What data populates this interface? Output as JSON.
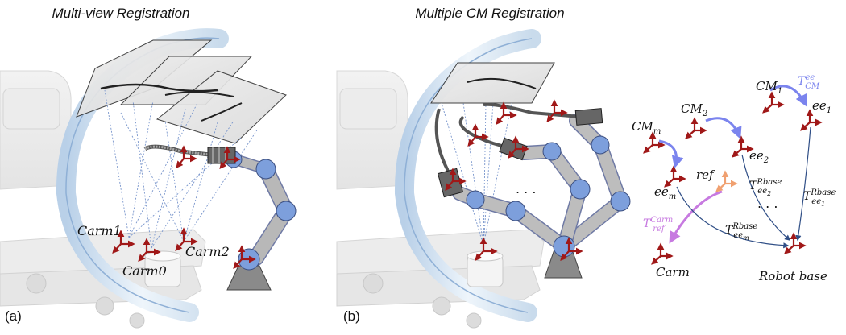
{
  "titles": {
    "left": "Multi-view Registration",
    "right": "Multiple CM Registration"
  },
  "panels": {
    "a": "(a)",
    "b": "(b)"
  },
  "left_labels": {
    "carm1": "Carm1",
    "carm0": "Carm0",
    "carm2": "Carm2"
  },
  "graph": {
    "cm1": {
      "base": "CM",
      "sub": "1"
    },
    "cm2": {
      "base": "CM",
      "sub": "2"
    },
    "cmm": {
      "base": "CM",
      "sub": "m"
    },
    "ee1": {
      "base": "ee",
      "sub": "1"
    },
    "ee2": {
      "base": "ee",
      "sub": "2"
    },
    "eem": {
      "base": "ee",
      "sub": "m"
    },
    "ref": "ref",
    "carm": "Carm",
    "robot_base": "Robot base",
    "dots_middle": ". . .",
    "dots_graph": ". . .",
    "t_cm_ee": {
      "base": "T",
      "sup": "ee",
      "sub": "CM"
    },
    "t_ref_carm": {
      "base": "T",
      "sup": "Carm",
      "sub": "ref"
    },
    "t_ee2": {
      "base": "T",
      "sup": "Rbase",
      "sub": "ee",
      "subsub": "2"
    },
    "t_ee1": {
      "base": "T",
      "sup": "Rbase",
      "sub": "ee",
      "subsub": "1"
    },
    "t_eem": {
      "base": "T",
      "sup": "Rbase",
      "sub": "ee",
      "subsub": "m"
    }
  },
  "colors": {
    "frame": "#a01818",
    "ref_frame": "#f0a070",
    "blue_arrow": "#7b84ee",
    "purple_arrow": "#c77ae0",
    "dark_arrow": "#2f4e86",
    "joint": "#7d9fdc",
    "link": "#b8b8b8",
    "arm_ring": "#cfe0f0"
  }
}
